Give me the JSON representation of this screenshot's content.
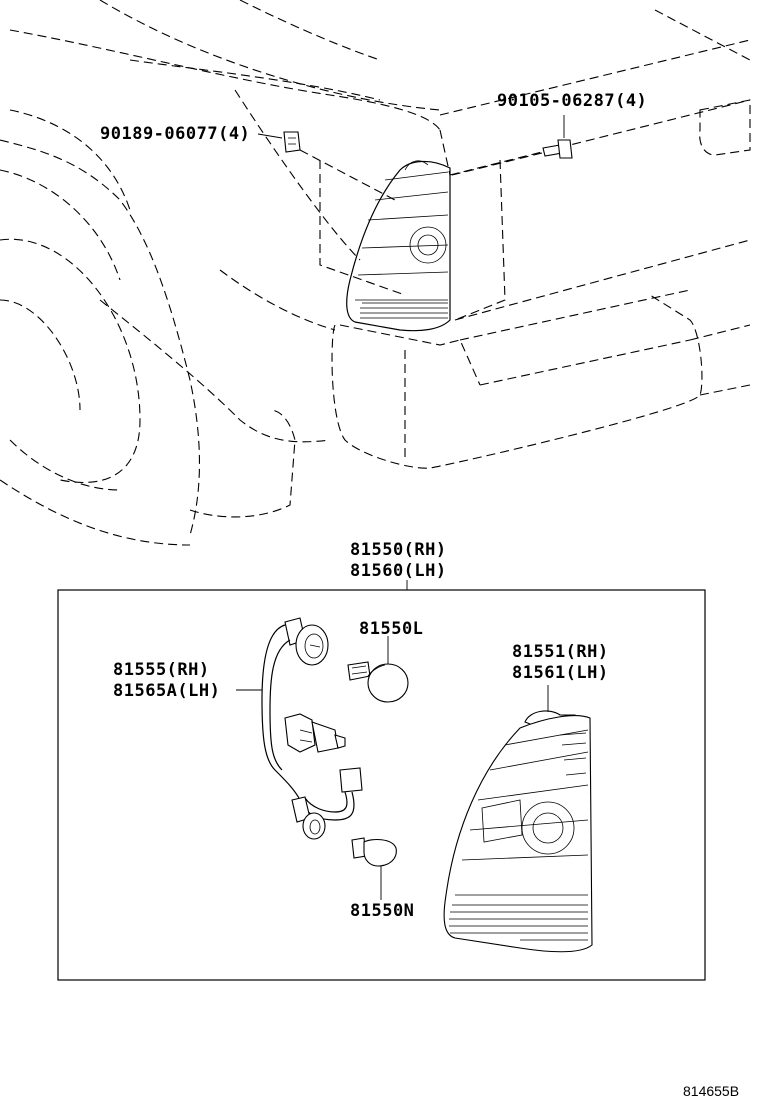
{
  "labels": {
    "clip": "90189-06077(4)",
    "screw": "90105-06287(4)",
    "assy_rh": "81550(RH)",
    "assy_lh": "81560(LH)",
    "bulb_l": "81550L",
    "socket_rh": "81555(RH)",
    "socket_lh": "81565A(LH)",
    "lens_rh": "81551(RH)",
    "lens_lh": "81561(LH)",
    "bulb_n": "81550N"
  },
  "reference": "814655B"
}
